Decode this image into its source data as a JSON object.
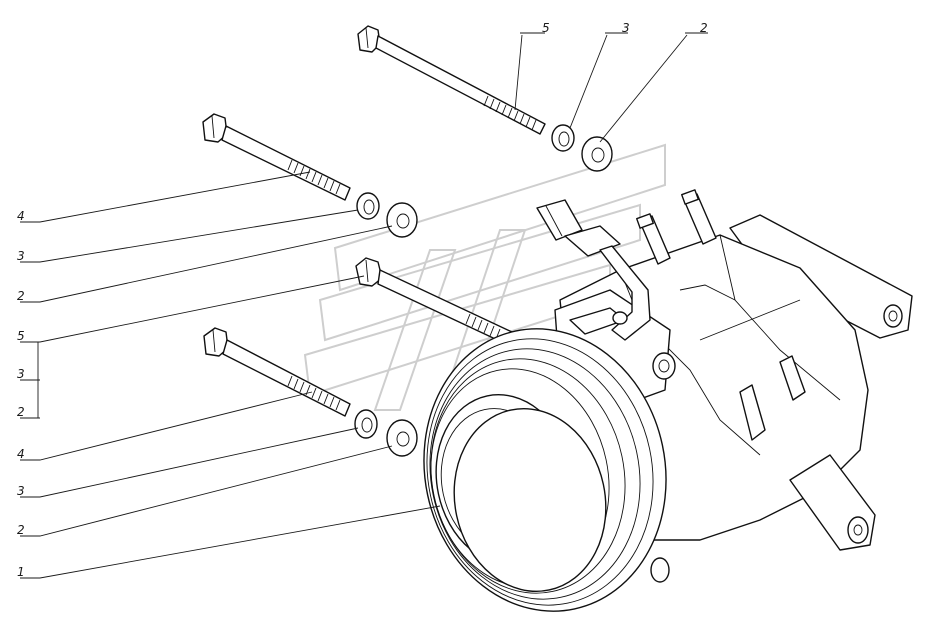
{
  "labels": {
    "top_5": "5",
    "top_3": "3",
    "top_2": "2",
    "left_4a": "4",
    "left_3a": "3",
    "left_2a": "2",
    "left_5": "5",
    "left_3b": "3",
    "left_2b": "2",
    "left_4b": "4",
    "left_3c": "3",
    "left_2c": "2",
    "left_1": "1"
  },
  "icons": {
    "watermark": "gaz-logo-watermark"
  }
}
